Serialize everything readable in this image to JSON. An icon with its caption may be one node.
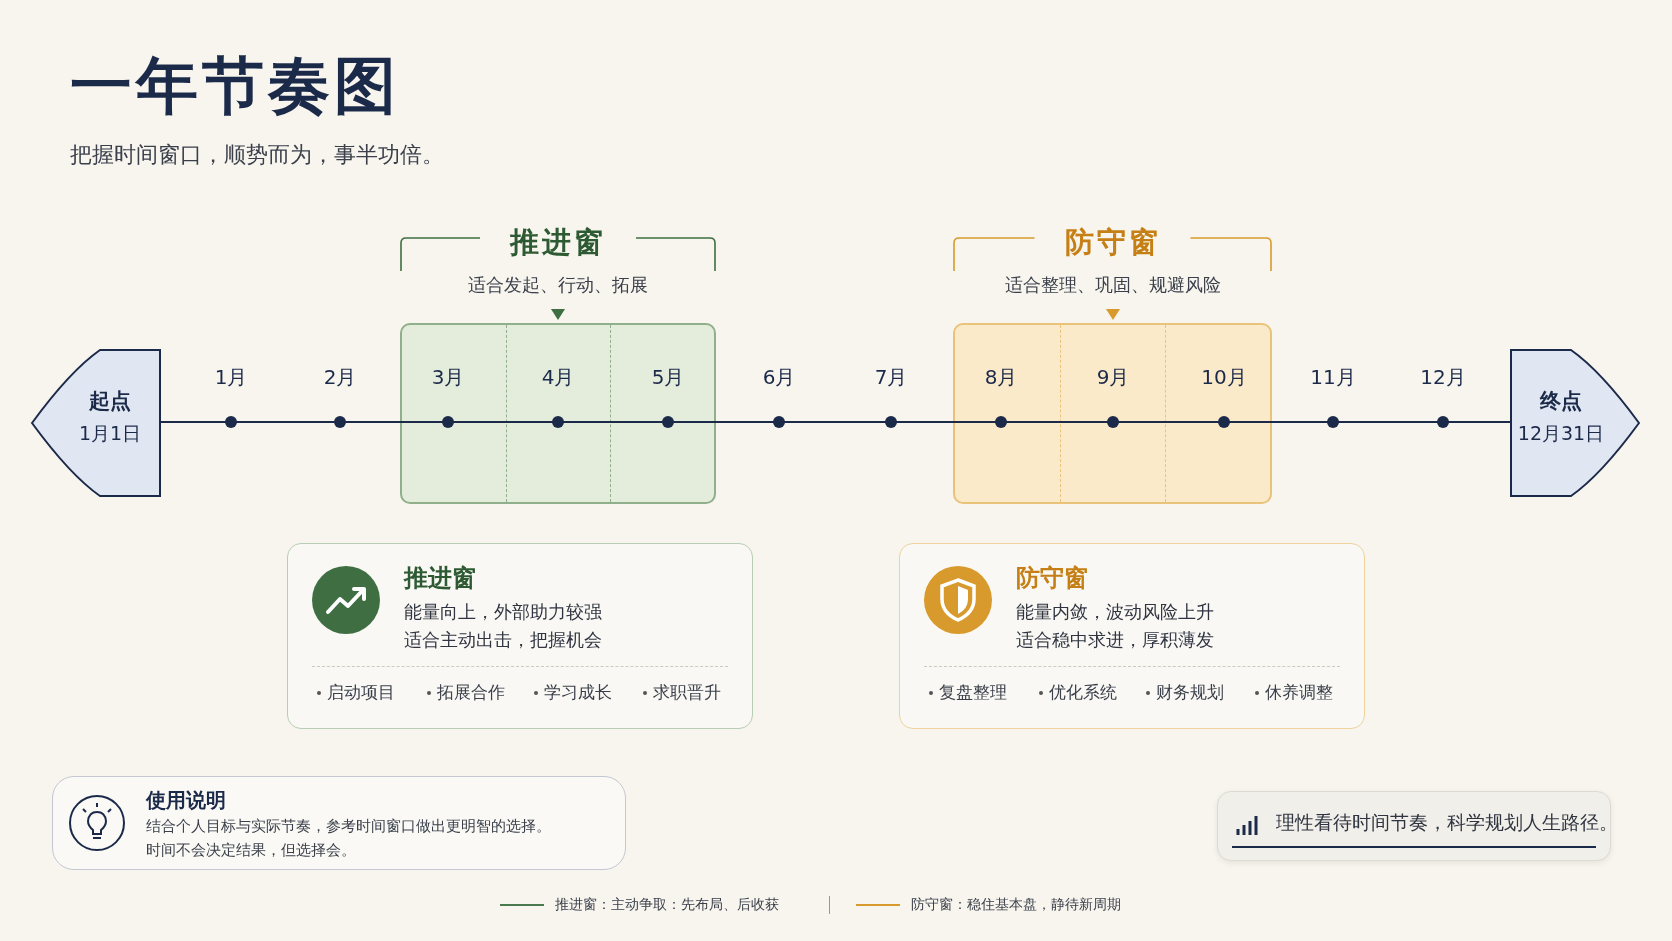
{
  "diagram": {
    "title": "一年节奏图",
    "nodes": [
      {
        "text": [
          "推进窗",
          "适合发起、行动、拓展"
        ]
      },
      {
        "text": [
          "防守窗",
          "适合整理、巩固、规避风险"
        ]
      },
      {
        "text": [
          "起点",
          "1月1日"
        ]
      },
      {
        "text": [
          "1月"
        ]
      },
      {
        "text": [
          "2月"
        ]
      },
      {
        "text": [
          "3月"
        ],
        "in": 0
      },
      {
        "text": [
          "4月"
        ],
        "in": 0
      },
      {
        "text": [
          "5月"
        ],
        "in": 0
      },
      {
        "text": [
          "6月"
        ]
      },
      {
        "text": [
          "7月"
        ]
      },
      {
        "text": [
          "8月"
        ],
        "in": 1
      },
      {
        "text": [
          "9月"
        ],
        "in": 1
      },
      {
        "text": [
          "10月"
        ],
        "in": 1
      },
      {
        "text": [
          "11月"
        ]
      },
      {
        "text": [
          "12月"
        ]
      },
      {
        "text": [
          "终点",
          "12月31日"
        ]
      },
      {
        "text": [
          "推进窗",
          "能量向上，外部助力较强",
          "适合主动出击，把握机会",
          "启动项目",
          "拓展合作",
          "学习成长",
          "求职晋升"
        ]
      },
      {
        "text": [
          "防守窗",
          "能量内敛，波动风险上升",
          "适合稳中求进，厚积薄发",
          "复盘整理",
          "优化系统",
          "财务规划",
          "休养调整"
        ]
      },
      {
        "text": [
          "使用说明",
          "结合个人目标与实际节奏，参考时间窗口做出更明智的选择。",
          "时间不会决定结果，但选择会。"
        ]
      },
      {
        "text": [
          "理性看待时间节奏，科学规划人生路径。"
        ]
      }
    ],
    "edges": [
      {
        "from": 2,
        "to": 3,
        "arrow": "none"
      },
      {
        "from": 3,
        "to": 4,
        "arrow": "none"
      },
      {
        "from": 4,
        "to": 5,
        "arrow": "none"
      },
      {
        "from": 5,
        "to": 6,
        "arrow": "none"
      },
      {
        "from": 6,
        "to": 7,
        "arrow": "none"
      },
      {
        "from": 7,
        "to": 8,
        "arrow": "none"
      },
      {
        "from": 8,
        "to": 9,
        "arrow": "none"
      },
      {
        "from": 9,
        "to": 10,
        "arrow": "none"
      },
      {
        "from": 10,
        "to": 11,
        "arrow": "none"
      },
      {
        "from": 11,
        "to": 12,
        "arrow": "none"
      },
      {
        "from": 12,
        "to": 13,
        "arrow": "none"
      },
      {
        "from": 13,
        "to": 14,
        "arrow": "none"
      },
      {
        "from": 14,
        "to": 15,
        "arrow": "none"
      }
    ],
    "labels": [
      "把握时间窗口，顺势而为，事半功倍。"
    ],
    "legend": [
      {
        "text": "推进窗：主动争取：先布局、后收获"
      },
      {
        "text": "防守窗：稳住基本盘，静待新周期"
      }
    ]
  }
}
